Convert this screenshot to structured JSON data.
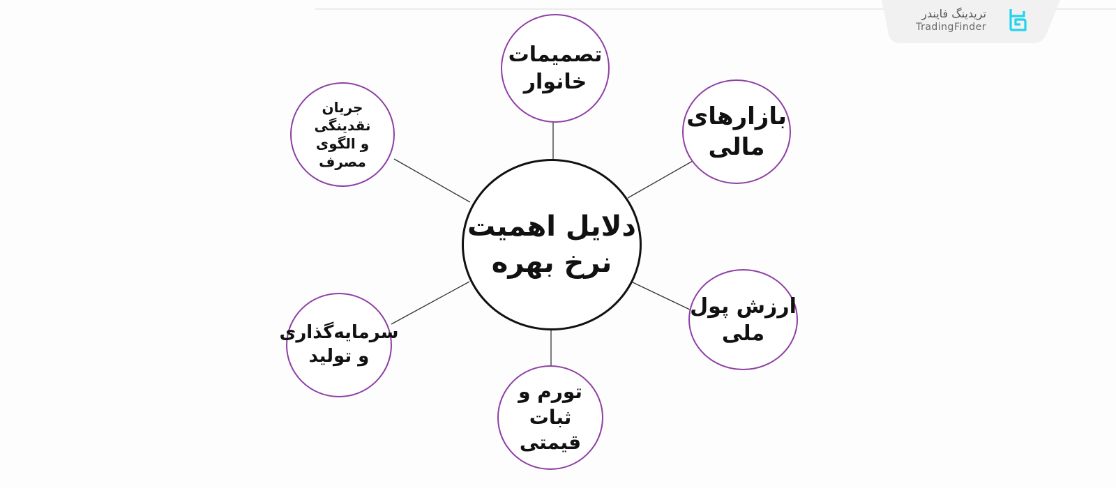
{
  "brand": {
    "name_fa": "تریدینگ فایندر",
    "name_en": "TradingFinder",
    "logo_icon": "tradingfinder-logo-icon",
    "accent_color": "#22d3ee",
    "badge_color": "#f1f1f1"
  },
  "diagram": {
    "title": "دلایل اهمیت\nنرخ بهره",
    "center_border_color": "#111111",
    "node_border_color": "#8e3fa3",
    "connector_color": "#333333",
    "nodes": [
      {
        "id": "household-decisions",
        "label": "تصمیمات\nخانوار",
        "position": "top"
      },
      {
        "id": "financial-markets",
        "label": "بازارهای\nمالی",
        "position": "top-right"
      },
      {
        "id": "national-currency-value",
        "label": "ارزش پول\nملی",
        "position": "bottom-right"
      },
      {
        "id": "inflation-price-stability",
        "label": "تورم و\nثبات قیمتی",
        "position": "bottom"
      },
      {
        "id": "investment-production",
        "label": "سرمایه‌گذاری\nو تولید",
        "position": "bottom-left"
      },
      {
        "id": "liquidity-consumption",
        "label": "جریان نقدینگی\nو الگوی مصرف",
        "position": "top-left"
      }
    ]
  }
}
